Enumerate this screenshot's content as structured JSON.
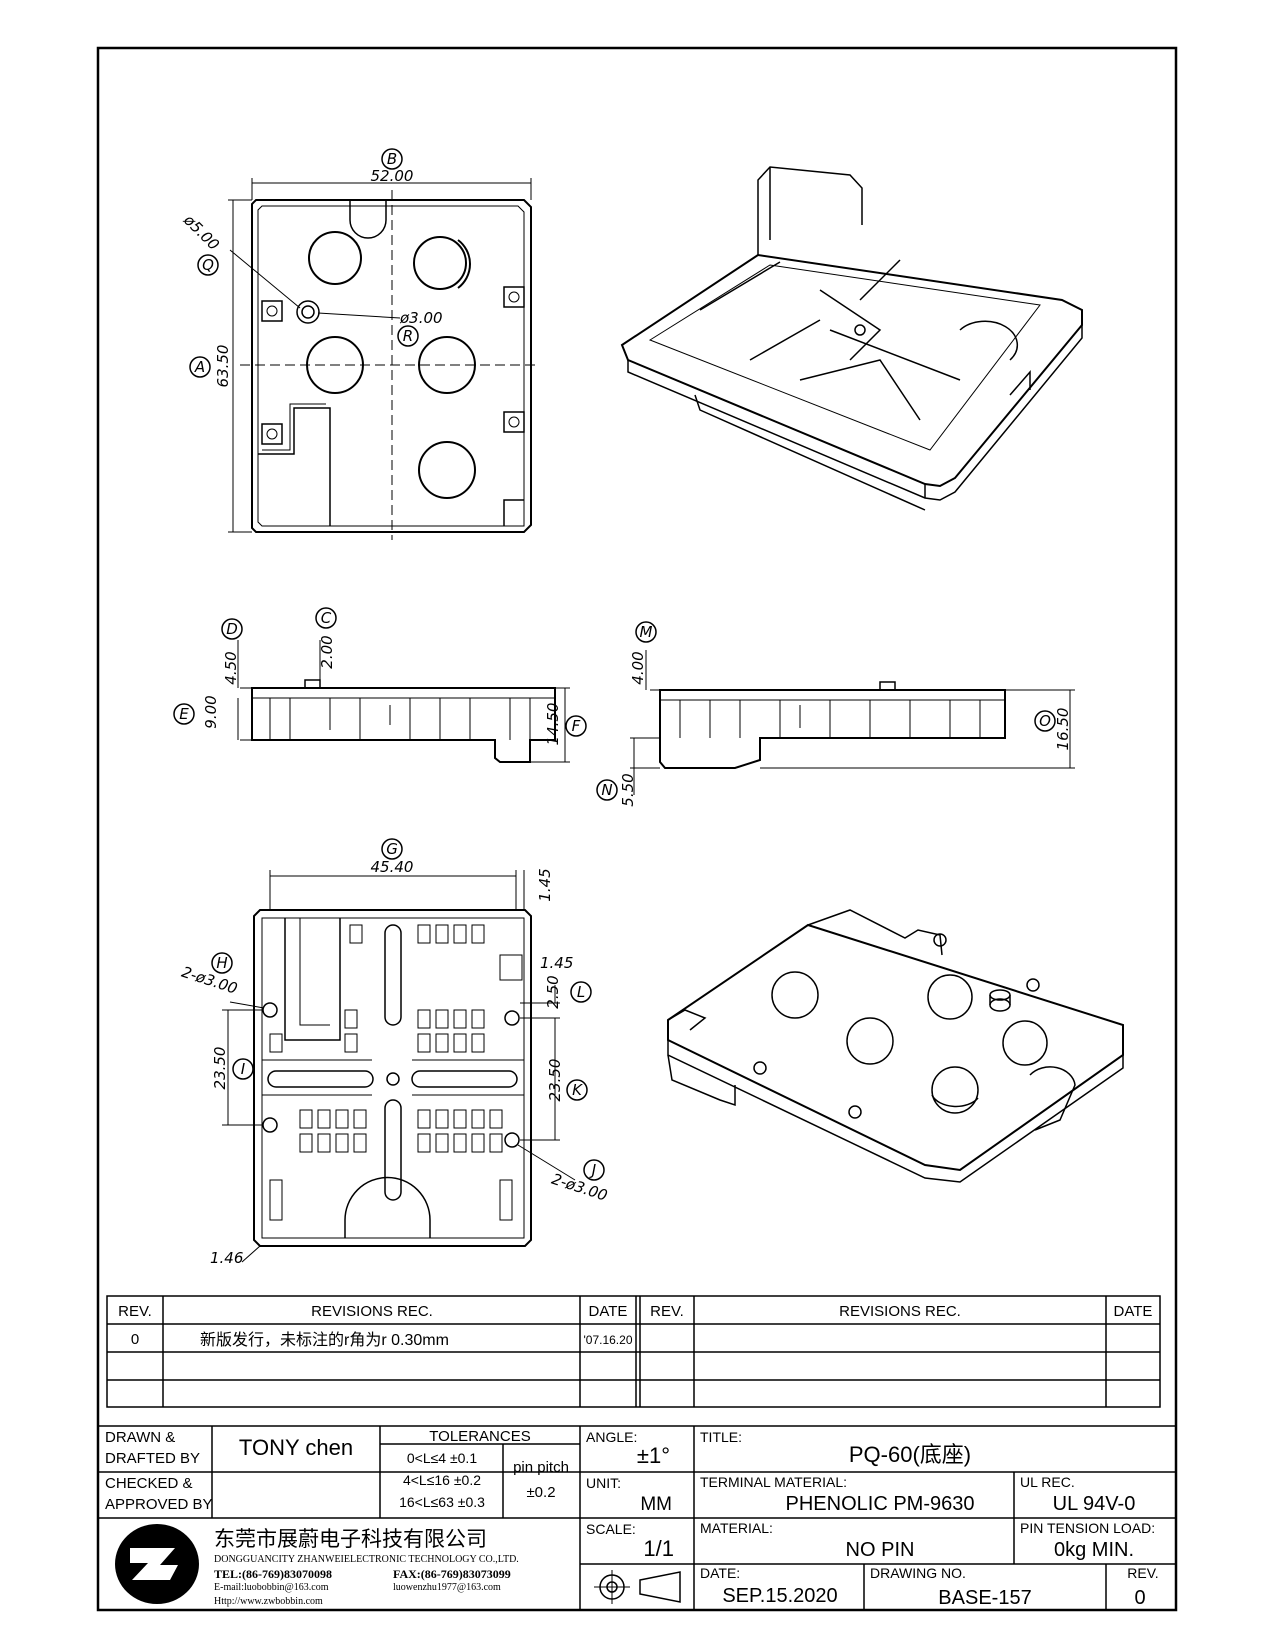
{
  "dimensions": {
    "top_view": {
      "width_label": "B",
      "width": "52.00",
      "height_label": "A",
      "height": "63.50",
      "diameter_q_label": "Q",
      "diameter_q": "ø5.00",
      "diameter_r_label": "R",
      "diameter_r": "ø3.00"
    },
    "side_left": {
      "d_label": "D",
      "d": "4.50",
      "c_label": "C",
      "c": "2.00",
      "e_label": "E",
      "e": "9.00",
      "f_label": "F",
      "f": "14.50"
    },
    "side_right": {
      "m_label": "M",
      "m": "4.00",
      "n_label": "N",
      "n": "5.50",
      "o_label": "O",
      "o": "16.50"
    },
    "bottom_view": {
      "g_label": "G",
      "g": "45.40",
      "g_offset": "1.45",
      "h_label": "H",
      "h": "2-ø3.00",
      "l_offset": "1.45",
      "l_label": "L",
      "l": "2.50",
      "i_label": "I",
      "i": "23.50",
      "k_label": "K",
      "k": "23.50",
      "j_label": "J",
      "j": "2-ø3.00",
      "corner": "1.46"
    }
  },
  "revisions": {
    "headers": {
      "rev": "REV.",
      "rec": "REVISIONS   REC.",
      "date": "DATE"
    },
    "rows": [
      {
        "rev": "0",
        "text": "新版发行，未标注的r角为r 0.30mm",
        "date": "'07.16.20"
      },
      {
        "rev": "",
        "text": "",
        "date": ""
      },
      {
        "rev": "",
        "text": "",
        "date": ""
      }
    ]
  },
  "title_block": {
    "drawn_label": "DRAWN &\nDRAFTED BY",
    "drawn_line1": "DRAWN &",
    "drawn_line2": "DRAFTED BY",
    "drawn_value": "TONY chen",
    "checked_line1": "CHECKED &",
    "checked_line2": "APPROVED BY",
    "checked_value": "",
    "tolerances_label": "TOLERANCES",
    "tol_rows": [
      "0<L≤4   ±0.1",
      "4<L≤16  ±0.2",
      "16<L≤63  ±0.3"
    ],
    "pin_pitch_label": "pin pitch",
    "pin_pitch_value": "±0.2",
    "angle_label": "ANGLE:",
    "angle_value": "±1°",
    "unit_label": "UNIT:",
    "unit_value": "MM",
    "scale_label": "SCALE:",
    "scale_value": "1/1",
    "title_label": "TITLE:",
    "title_value": "PQ-60(底座)",
    "terminal_material_label": "TERMINAL MATERIAL:",
    "terminal_material_value": "PHENOLIC PM-9630",
    "ul_rec_label": "UL REC.",
    "ul_rec_value": "UL 94V-0",
    "material_label": "MATERIAL:",
    "material_value": "NO PIN",
    "pin_tension_label": "PIN TENSION LOAD:",
    "pin_tension_value": "0kg MIN.",
    "date_label": "DATE:",
    "date_value": "SEP.15.2020",
    "drawing_no_label": "DRAWING NO.",
    "drawing_no_value": "BASE-157",
    "rev_label": "REV.",
    "rev_value": "0"
  },
  "company": {
    "name_cn": "东莞市展蔚电子科技有限公司",
    "name_en": "DONGGUANCITY ZHANWEIELECTRONIC TECHNOLOGY CO.,LTD.",
    "tel": "TEL:(86-769)83070098",
    "fax": "FAX:(86-769)83073099",
    "email": "E-mail:luobobbin@163.com",
    "email2": "luowenzhu1977@163.com",
    "web": "Http://www.zwbobbin.com"
  }
}
